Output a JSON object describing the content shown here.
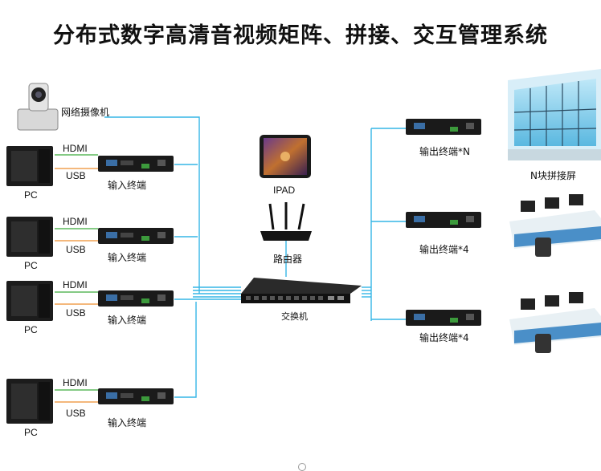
{
  "title": "分布式数字高清音视频矩阵、拼接、交互管理系统",
  "camera_label": "网络摄像机",
  "inputs": [
    {
      "pc_label": "PC",
      "hdmi": "HDMI",
      "usb": "USB",
      "terminal_label": "输入终端"
    },
    {
      "pc_label": "PC",
      "hdmi": "HDMI",
      "usb": "USB",
      "terminal_label": "输入终端"
    },
    {
      "pc_label": "PC",
      "hdmi": "HDMI",
      "usb": "USB",
      "terminal_label": "输入终端"
    },
    {
      "pc_label": "PC",
      "hdmi": "HDMI",
      "usb": "USB",
      "terminal_label": "输入终端"
    }
  ],
  "ipad_label": "IPAD",
  "router_label": "路由器",
  "switch_label": "交换机",
  "outputs": [
    {
      "terminal_label": "输出终端*N",
      "display_label": "N块拼接屏"
    },
    {
      "terminal_label": "输出终端*4",
      "display_label": ""
    },
    {
      "terminal_label": "输出终端*4",
      "display_label": ""
    }
  ],
  "colors": {
    "network_line": "#35b6e6",
    "hdmi_line": "#5cb85c",
    "usb_line": "#f0a050",
    "device_body": "#1a1a1a",
    "screen_wall": "#8fd4f0"
  }
}
